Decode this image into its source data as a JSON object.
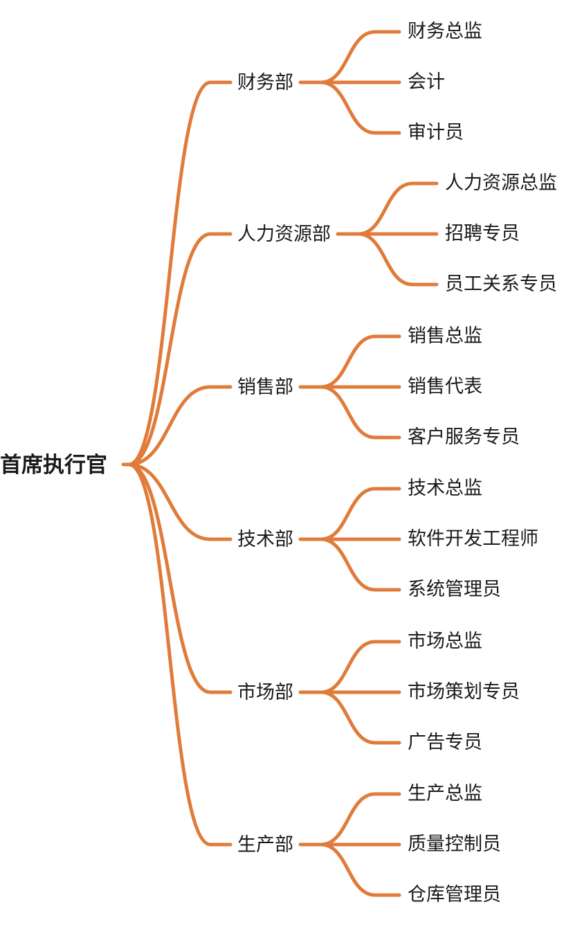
{
  "colors": {
    "branch": "#E07B3A",
    "text": "#1a1a1a",
    "background": "#ffffff"
  },
  "root": {
    "label": "首席执行官"
  },
  "departments": [
    {
      "name": "财务部",
      "roles": [
        "财务总监",
        "会计",
        "审计员"
      ]
    },
    {
      "name": "人力资源部",
      "roles": [
        "人力资源总监",
        "招聘专员",
        "员工关系专员"
      ]
    },
    {
      "name": "销售部",
      "roles": [
        "销售总监",
        "销售代表",
        "客户服务专员"
      ]
    },
    {
      "name": "技术部",
      "roles": [
        "技术总监",
        "软件开发工程师",
        "系统管理员"
      ]
    },
    {
      "name": "市场部",
      "roles": [
        "市场总监",
        "市场策划专员",
        "广告专员"
      ]
    },
    {
      "name": "生产部",
      "roles": [
        "生产总监",
        "质量控制员",
        "仓库管理员"
      ]
    }
  ]
}
